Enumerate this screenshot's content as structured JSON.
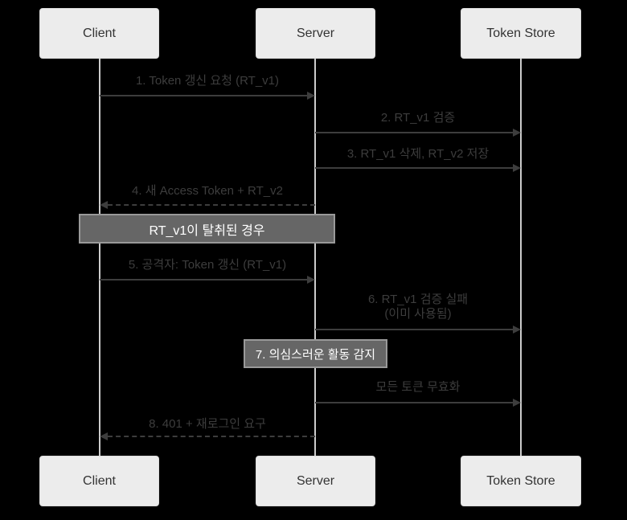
{
  "diagram": {
    "type": "sequence-diagram",
    "colors": {
      "background": "#000000",
      "actor_fill": "#ececec",
      "actor_text": "#333333",
      "lifeline": "#cccccc",
      "message_line": "#3d3d3d",
      "message_text": "#3d3d3d",
      "note_fill": "#666666",
      "note_border": "#999999",
      "note_text": "#ffffff"
    }
  },
  "actors": [
    {
      "name": "Client"
    },
    {
      "name": "Server"
    },
    {
      "name": "Token Store"
    }
  ],
  "messages": [
    {
      "label": "1. Token 갱신 요청 (RT_v1)",
      "from": "Client",
      "to": "Server",
      "style": "solid"
    },
    {
      "label": "2. RT_v1 검증",
      "from": "Server",
      "to": "Token Store",
      "style": "solid"
    },
    {
      "label": "3. RT_v1 삭제, RT_v2 저장",
      "from": "Server",
      "to": "Token Store",
      "style": "solid"
    },
    {
      "label": "4. 새 Access Token + RT_v2",
      "from": "Server",
      "to": "Client",
      "style": "dashed"
    },
    {
      "label": "5. 공격자: Token 갱신 (RT_v1)",
      "from": "Client",
      "to": "Server",
      "style": "solid"
    },
    {
      "lines": [
        "6. RT_v1 검증 실패",
        "(이미 사용됨)"
      ],
      "from": "Server",
      "to": "Token Store",
      "style": "solid"
    },
    {
      "label": "모든 토큰 무효화",
      "from": "Server",
      "to": "Token Store",
      "style": "solid"
    },
    {
      "label": "8. 401 + 재로그인 요구",
      "from": "Server",
      "to": "Client",
      "style": "dashed"
    }
  ],
  "notes": [
    {
      "label": "RT_v1이 탈취된 경우",
      "over": "Client,Server"
    },
    {
      "label": "7. 의심스러운 활동 감지",
      "over": "Server"
    }
  ]
}
